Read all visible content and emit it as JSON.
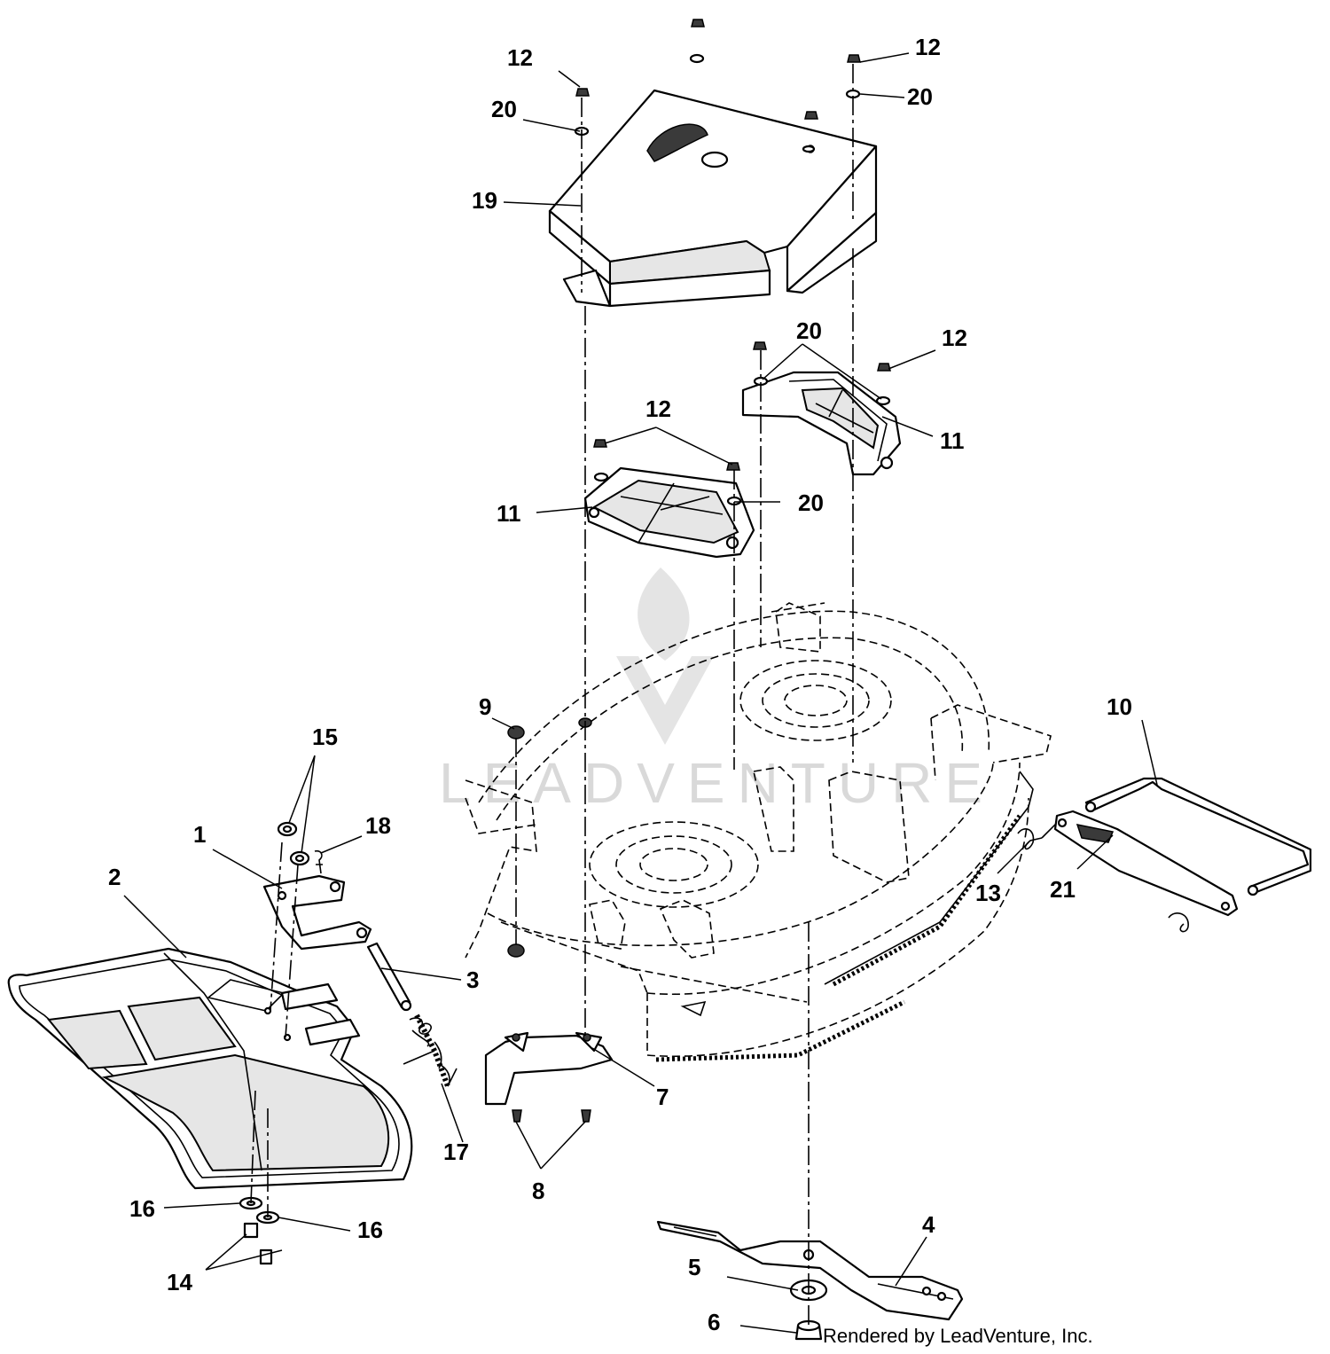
{
  "watermark": "LEADVENTURE",
  "credit": "Rendered by LeadVenture, Inc.",
  "callouts": {
    "c1": "1",
    "c2": "2",
    "c3": "3",
    "c4": "4",
    "c5": "5",
    "c6": "6",
    "c7": "7",
    "c8": "8",
    "c9": "9",
    "c10": "10",
    "c11a": "11",
    "c11b": "11",
    "c12a": "12",
    "c12b": "12",
    "c12c": "12",
    "c12d": "12",
    "c13": "13",
    "c14": "14",
    "c15": "15",
    "c16a": "16",
    "c16b": "16",
    "c17": "17",
    "c18": "18",
    "c19": "19",
    "c20a": "20",
    "c20b": "20",
    "c20c": "20",
    "c20d": "20",
    "c21": "21"
  }
}
